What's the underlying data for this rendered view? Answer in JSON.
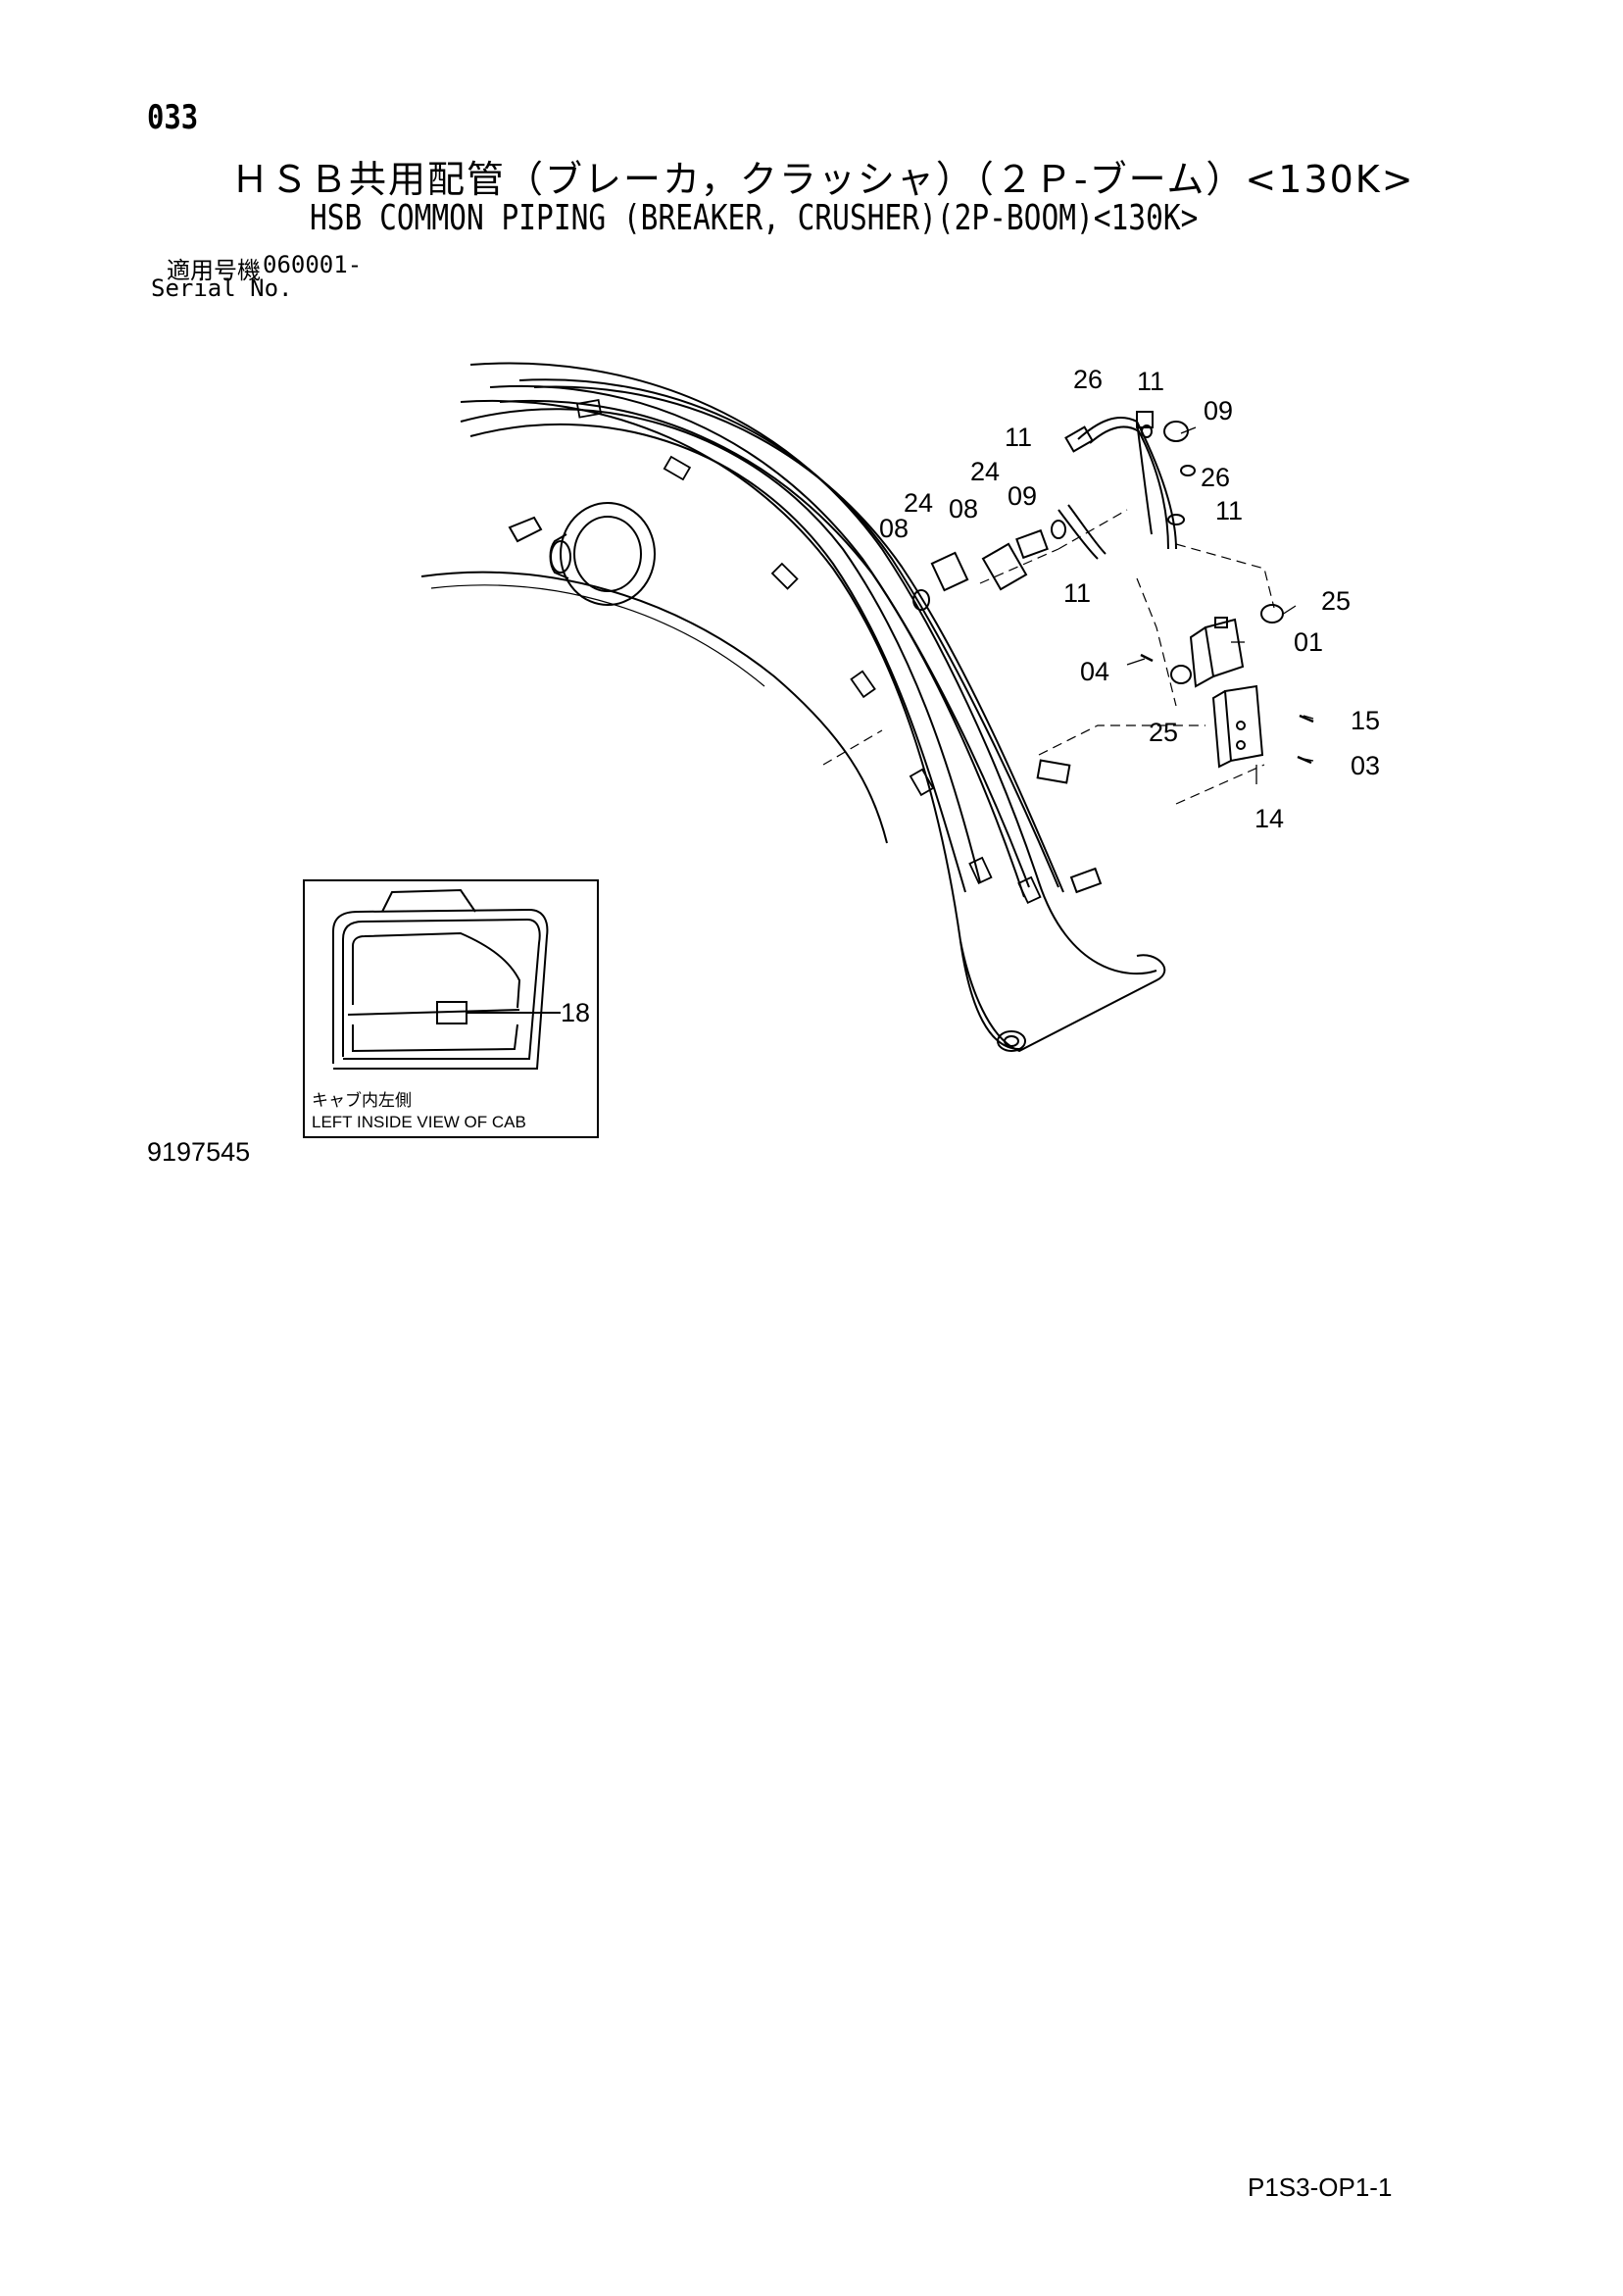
{
  "header": {
    "page_number": "033",
    "title_jp": "ＨＳＢ共用配管（ブレーカ，クラッシャ）（２Ｐ-ブーム）<130K>",
    "title_en": "HSB COMMON PIPING (BREAKER, CRUSHER)(2P-BOOM)<130K>",
    "serial_label_jp": "適用号機",
    "serial_label_en": "Serial No.",
    "serial_value": "060001-"
  },
  "diagram": {
    "callouts": [
      "26",
      "11",
      "09",
      "11",
      "24",
      "26",
      "11",
      "09",
      "24",
      "08",
      "08",
      "11",
      "25",
      "01",
      "04",
      "25",
      "15",
      "03",
      "14",
      "18"
    ],
    "inset": {
      "caption_jp": "キャブ内左側",
      "caption_en": "LEFT INSIDE VIEW OF CAB"
    }
  },
  "footer": {
    "figure_number": "9197545",
    "page_code": "P1S3-OP1-1"
  }
}
